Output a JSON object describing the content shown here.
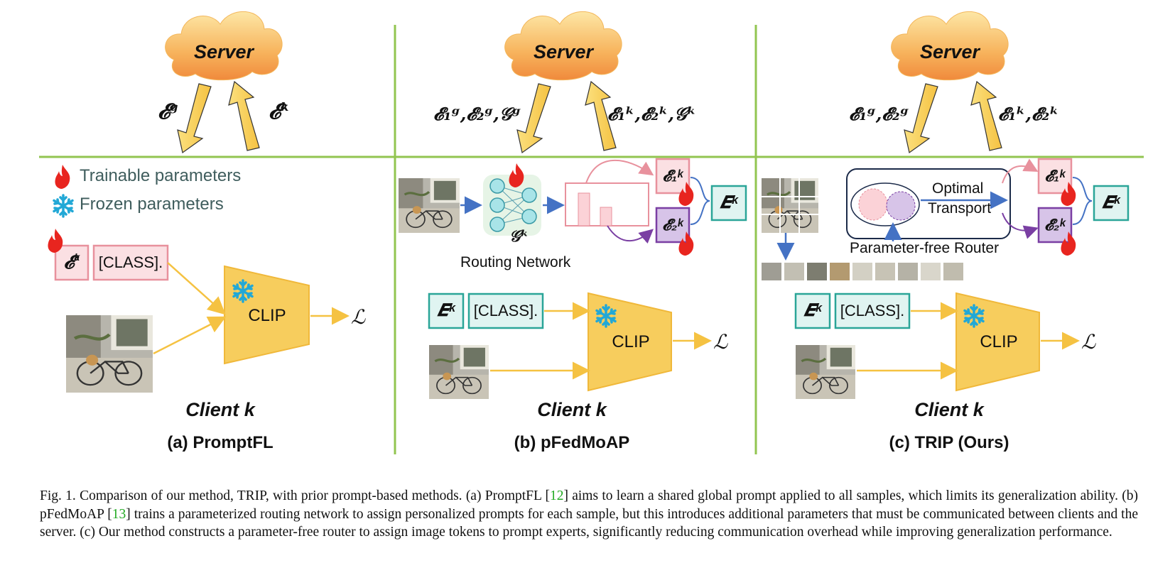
{
  "figure": {
    "server_label": "Server",
    "client_label": "Client k",
    "legend": {
      "trainable": "Trainable parameters",
      "frozen": "Frozen parameters"
    },
    "class_token": "[CLASS].",
    "clip_label": "CLIP",
    "loss_symbol": "ℒ",
    "panel_a": {
      "subtitle": "(a) PromptFL",
      "down_label": "𝓔",
      "down_sup": "g",
      "up_label": "𝓔",
      "up_sup": "k",
      "prompt_symbol": "𝓔",
      "prompt_sup": "k"
    },
    "panel_b": {
      "subtitle": "(b) pFedMoAP",
      "down_label": "𝓔₁ᵍ,𝓔₂ᵍ,𝒢ᵍ",
      "up_label": "𝓔₁ᵏ,𝓔₂ᵏ,𝒢ᵏ",
      "routing_label": "Routing Network",
      "router_symbol": "𝒢ᵏ",
      "expert1": "𝓔₁ᵏ",
      "expert2": "𝓔₂ᵏ",
      "combined": "𝑬ᵏ"
    },
    "panel_c": {
      "subtitle": "(c) TRIP (Ours)",
      "down_label": "𝓔₁ᵍ,𝓔₂ᵍ",
      "up_label": "𝓔₁ᵏ,𝓔₂ᵏ",
      "ot_line1": "Optimal",
      "ot_line2": "Transport",
      "router_label": "Parameter-free Router",
      "expert1": "𝓔₁ᵏ",
      "expert2": "𝓔₂ᵏ",
      "combined": "𝑬ᵏ"
    },
    "colors": {
      "divider": "#92c550",
      "clip": "#f7cd5d",
      "arrow_yellow": "#f5c242",
      "pink_fill": "#fbe0e3",
      "pink_border": "#e8919d",
      "purple_fill": "#d7c4e8",
      "purple_border": "#7a3fa3",
      "teal_fill": "#e0f4f1",
      "teal_border": "#2aa598",
      "blue_arrow": "#4472c4",
      "flame": "#e8251f",
      "snow": "#22a8d6"
    }
  },
  "caption": {
    "label": "Fig. 1.",
    "part1": "Comparison of our method, TRIP, with prior prompt-based methods. (a) PromptFL [",
    "ref1": "12",
    "part2": "] aims to learn a shared global prompt applied to all samples, which limits its generalization ability. (b) pFedMoAP [",
    "ref2": "13",
    "part3": "] trains a parameterized routing network to assign personalized prompts for each sample, but this introduces additional parameters that must be communicated between clients and the server. (c) Our method constructs a parameter-free router to assign image tokens to prompt experts, significantly reducing communication overhead while improving generalization performance."
  }
}
